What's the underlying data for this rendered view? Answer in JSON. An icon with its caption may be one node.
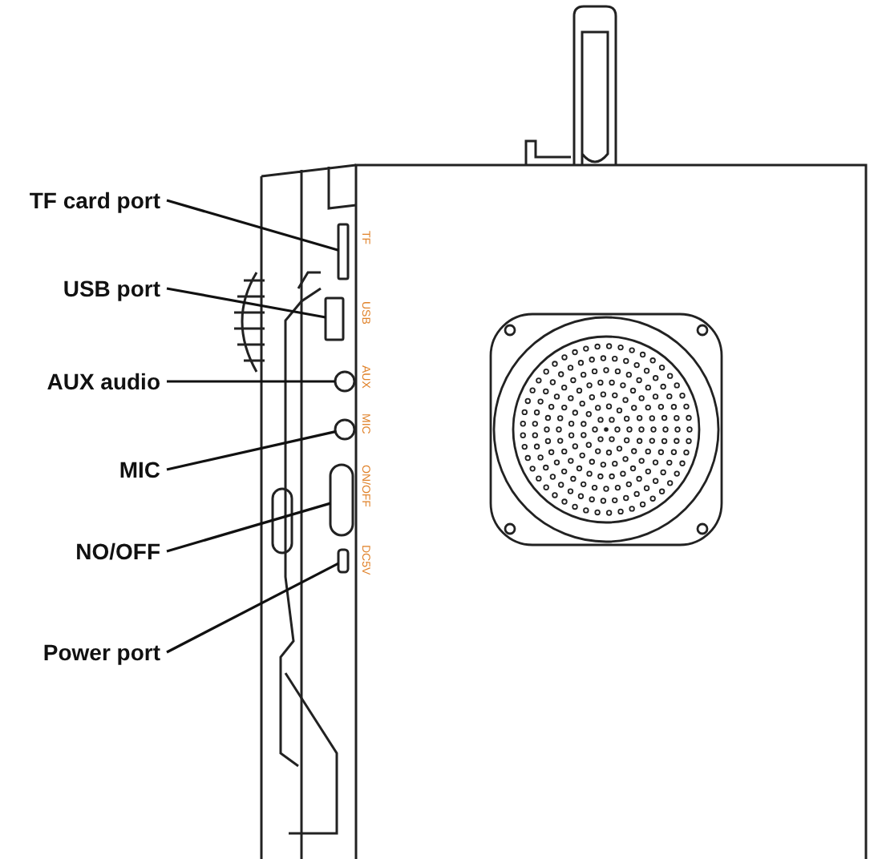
{
  "diagram": {
    "nodes": [
      {
        "text": [
          "TF card port"
        ]
      },
      {
        "text": [
          "USB port"
        ]
      },
      {
        "text": [
          "AUX audio"
        ]
      },
      {
        "text": [
          "MIC"
        ]
      },
      {
        "text": [
          "NO/OFF"
        ]
      },
      {
        "text": [
          "Power port"
        ]
      },
      {
        "text": [],
        "shape": "box"
      },
      {
        "text": [],
        "shape": "box"
      },
      {
        "text": [],
        "shape": "circle"
      },
      {
        "text": [],
        "shape": "circle"
      },
      {
        "text": [],
        "shape": "box"
      },
      {
        "text": [],
        "shape": "box"
      }
    ],
    "edges": [
      {
        "from": 0,
        "to": 6,
        "arrow": "none"
      },
      {
        "from": 1,
        "to": 7,
        "arrow": "none"
      },
      {
        "from": 2,
        "to": 8,
        "arrow": "none"
      },
      {
        "from": 3,
        "to": 9,
        "arrow": "none"
      },
      {
        "from": 4,
        "to": 10,
        "arrow": "none"
      },
      {
        "from": 5,
        "to": 11,
        "arrow": "none"
      }
    ],
    "labels": [
      "TF",
      "USB",
      "AUX",
      "MIC",
      "ON/OFF",
      "DC5V"
    ]
  }
}
